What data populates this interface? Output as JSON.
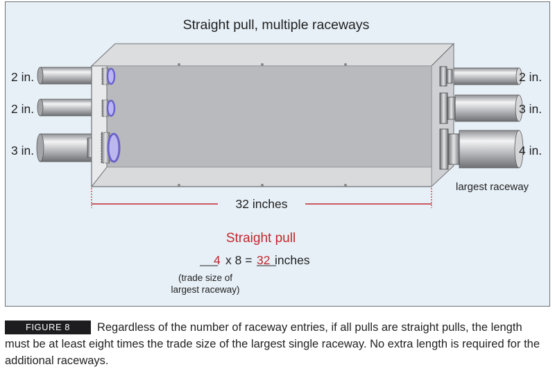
{
  "diagram": {
    "title": "Straight pull, multiple raceways",
    "left_labels": [
      "2 in.",
      "2 in.",
      "3 in."
    ],
    "right_labels": [
      "2 in.",
      "3 in.",
      "4 in."
    ],
    "largest_note": "largest raceway",
    "dimension_label": "32 inches",
    "formula": {
      "heading": "Straight pull",
      "trade_size": "4",
      "multiplier_text": "x 8 =",
      "result": "32",
      "unit": "inches",
      "note_line1": "(trade size of",
      "note_line2": "largest raceway)"
    },
    "colors": {
      "background": "#e7f0f7",
      "red_text": "#c1272d",
      "box_interior": "#b9babd",
      "box_rim": "#dcdddf",
      "locknut_ring": "#6a62c9"
    }
  },
  "caption": {
    "label": "FIGURE 8",
    "text": "Regardless of the number of raceway entries, if all pulls are straight pulls, the length must be at least eight times the trade size of the largest single raceway. No extra length is required for the additional raceways."
  }
}
